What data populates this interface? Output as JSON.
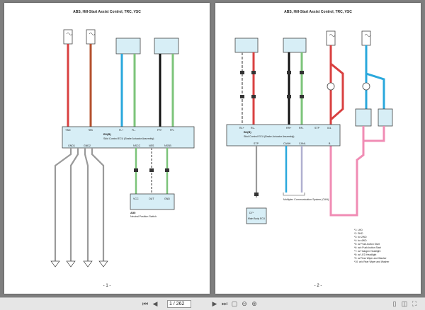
{
  "left_page": {
    "title": "ABS, Hill-Start Assist Control, TRC, VSC",
    "page_label": "- 1 -",
    "ecu": {
      "id": "B1(B)",
      "name": "Skid Control ECU (Brake Actuator Assembly)"
    },
    "switch": {
      "id": "A55",
      "name": "Neutral Position Switch"
    },
    "top_pins": [
      "+BM",
      "+BS",
      "FL+",
      "FL-",
      "FR+",
      "FR-"
    ],
    "bottom_pins": [
      "GND1",
      "GND2",
      "NSCC",
      "NSS",
      "NSSB"
    ],
    "switch_pins": [
      "VCC",
      "OUT",
      "GND"
    ]
  },
  "right_page": {
    "title": "ABS, Hill-Start Assist Control, TRC, VSC",
    "page_label": "- 2 -",
    "ecu": {
      "id": "B1(B)",
      "name": "Skid Control ECU (Brake Actuator Assembly)"
    },
    "top_pins": [
      "RL+",
      "RL-",
      "RR+",
      "RR-",
      "STP",
      "IG1"
    ],
    "bottom_pins": [
      "STP",
      "CANH",
      "CANL",
      "B"
    ],
    "bus_label": "Multiplex Communication System (CAN)",
    "body_ecu": {
      "id": "D7*",
      "name": "Main Body ECU"
    },
    "notes": [
      "*1: LHD",
      "*2: RHD",
      "*3: for 2WD",
      "*4: for 4WD",
      "*5: w/ Push-button Start",
      "*6: w/o Push-button Start",
      "*7: w/ Halogen Headlight",
      "*8: w/ LED Headlight",
      "*9: w/ Rear Wiper and Washer",
      "*10: w/o Rear Wiper and Washer"
    ]
  },
  "toolbar": {
    "page_value": "1 / 262",
    "page_total": ""
  },
  "colors": {
    "red": "#d94040",
    "brown": "#b4502d",
    "blue": "#2aa8dc",
    "green": "#7cc47a",
    "pink": "#f08cb4",
    "gray": "#9a9a9a",
    "ecu_fill": "#d7eef6"
  }
}
